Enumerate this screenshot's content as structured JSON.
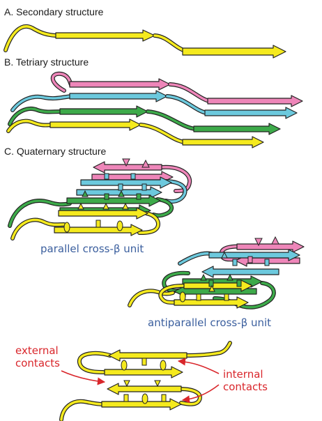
{
  "colors": {
    "yellow": "#f5ea1e",
    "green": "#3daa4a",
    "cyan": "#6cc9dd",
    "pink": "#ee86b9",
    "outline": "#222222",
    "label_blue": "#3b5f9e",
    "label_red": "#d9262b"
  },
  "panels": {
    "secondary": {
      "heading": "A. Secondary structure"
    },
    "tertiary": {
      "heading": "B. Tetriary structure"
    },
    "quaternary": {
      "heading": "C. Quaternary structure",
      "parallel_label": "parallel cross-β unit",
      "antiparallel_label": "antiparallel cross-β unit"
    },
    "contacts": {
      "external_line1": "external",
      "external_line2": "contacts",
      "internal_line1": "internal",
      "internal_line2": "contacts"
    }
  }
}
